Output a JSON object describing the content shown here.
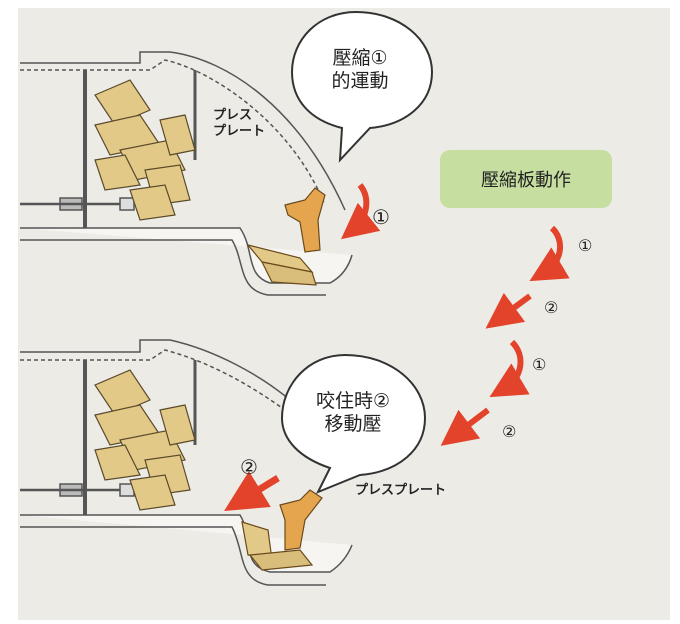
{
  "top_bubble": {
    "line1": "壓縮①",
    "line2": "的運動"
  },
  "bottom_bubble": {
    "line1": "咬住時②",
    "line2": "移動壓"
  },
  "top_part_label": {
    "line1": "プレス",
    "line2": "プレート"
  },
  "bottom_part_label": "プレスプレート",
  "sequence": {
    "title": "壓縮板動作",
    "steps": [
      "①",
      "②",
      "①",
      "②"
    ]
  },
  "top_step_marker": "①",
  "bottom_step_marker": "②",
  "colors": {
    "background": "#edebe6",
    "badge": "#c6dea0",
    "arrow": "#e2432a",
    "wood": "#e3c988",
    "plate": "#e5a54e"
  }
}
